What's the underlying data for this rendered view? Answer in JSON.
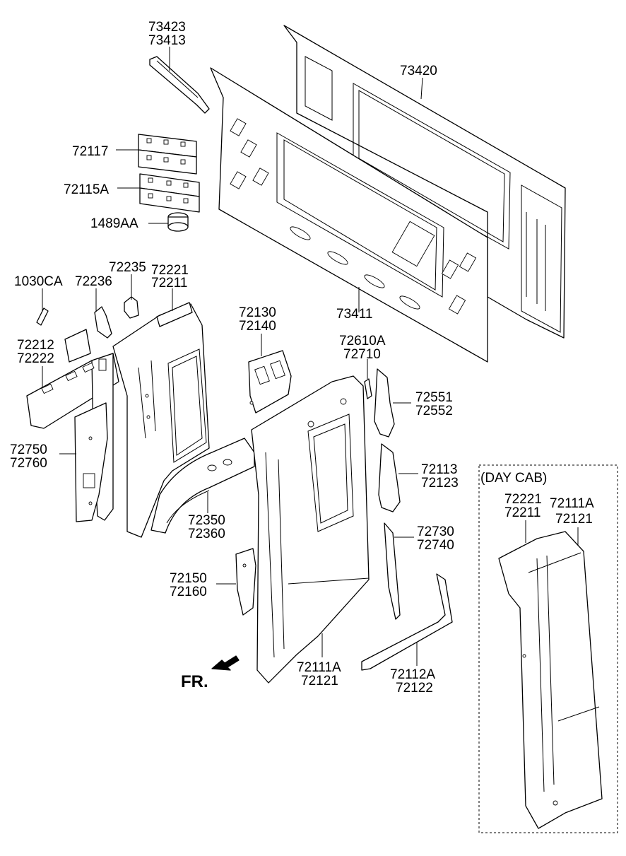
{
  "labels": {
    "p73423": "73423",
    "p73413": "73413",
    "p73420": "73420",
    "p72117": "72117",
    "p72115a": "72115A",
    "p1489aa": "1489AA",
    "p1030ca": "1030CA",
    "p72236": "72236",
    "p72235": "72235",
    "p72221": "72221",
    "p72211": "72211",
    "p72212": "72212",
    "p72222": "72222",
    "p72130": "72130",
    "p72140": "72140",
    "p73411": "73411",
    "p72610a": "72610A",
    "p72710": "72710",
    "p72551": "72551",
    "p72552": "72552",
    "p72750": "72750",
    "p72760": "72760",
    "p72113": "72113",
    "p72123": "72123",
    "p72350": "72350",
    "p72360": "72360",
    "p72730": "72730",
    "p72740": "72740",
    "p72150": "72150",
    "p72160": "72160",
    "p72111a": "72111A",
    "p72121": "72121",
    "p72112a": "72112A",
    "p72122": "72122",
    "fr": "FR."
  },
  "day_cab": {
    "title": "(DAY CAB)",
    "p72221": "72221",
    "p72211": "72211",
    "p72111a": "72111A",
    "p72121": "72121"
  }
}
